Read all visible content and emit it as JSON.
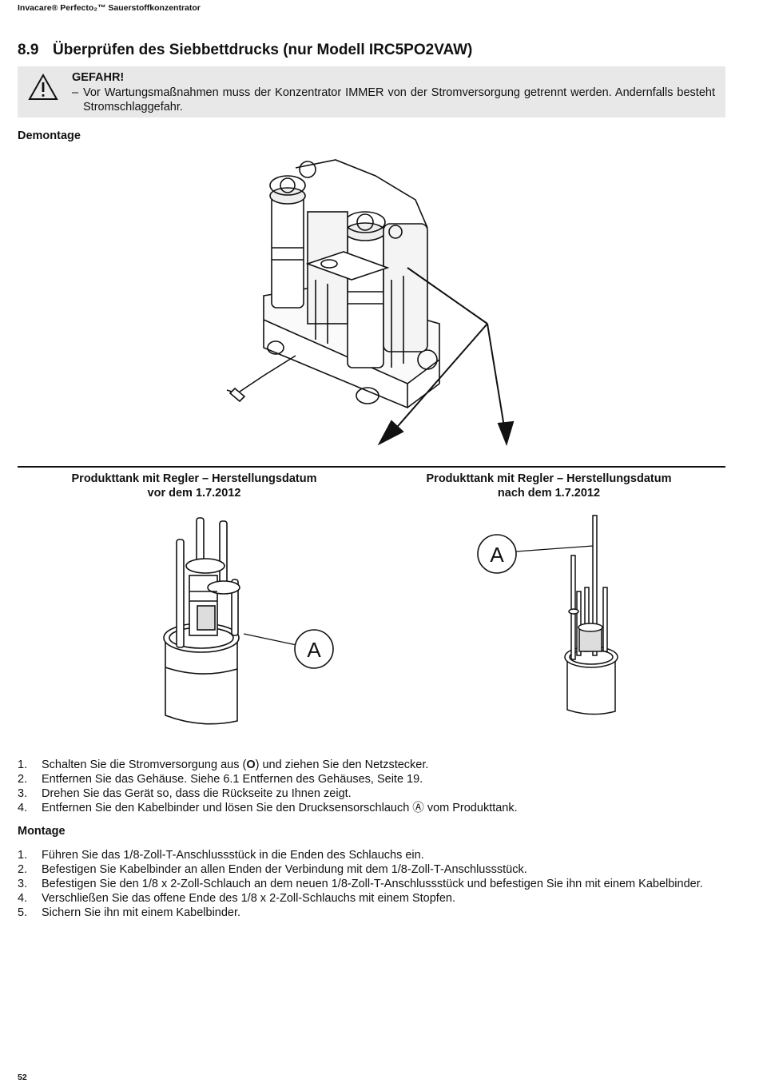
{
  "header": {
    "text": "Invacare® Perfecto₂™ Sauerstoffkonzentrator"
  },
  "section": {
    "number": "8.9",
    "title": "Überprüfen des Siebbettdrucks (nur Modell IRC5PO2VAW)"
  },
  "danger": {
    "icon": "warning-triangle-icon",
    "heading": "GEFAHR!",
    "dash": "–",
    "text": "Vor Wartungsmaßnahmen muss der Konzentrator IMMER von der Stromversorgung getrennt werden. Andernfalls besteht Stromschlaggefahr."
  },
  "demontage": {
    "heading": "Demontage",
    "figure_left": {
      "caption_line1": "Produkttank mit Regler – Herstellungsdatum",
      "caption_line2": "vor dem 1.7.2012",
      "label": "A"
    },
    "figure_right": {
      "caption_line1": "Produkttank mit Regler – Herstellungsdatum",
      "caption_line2": "nach dem 1.7.2012",
      "label": "A"
    },
    "steps": [
      {
        "n": "1.",
        "before": "Schalten Sie die Stromversorgung aus (",
        "bold": "O",
        "after": ") und ziehen Sie den Netzstecker."
      },
      {
        "n": "2.",
        "text": "Entfernen Sie das Gehäuse. Siehe 6.1 Entfernen des Gehäuses, Seite 19."
      },
      {
        "n": "3.",
        "text": "Drehen Sie das Gerät so, dass die Rückseite zu Ihnen zeigt."
      },
      {
        "n": "4.",
        "text": "Entfernen Sie den Kabelbinder und lösen Sie den Drucksensorschlauch Ⓐ vom Produkttank."
      }
    ]
  },
  "montage": {
    "heading": "Montage",
    "steps": [
      {
        "n": "1.",
        "text": "Führen Sie das 1/8-Zoll-T-Anschlussstück in die Enden des Schlauchs ein."
      },
      {
        "n": "2.",
        "text": "Befestigen Sie Kabelbinder an allen Enden der Verbindung mit dem 1/8-Zoll-T-Anschlussstück."
      },
      {
        "n": "3.",
        "text": "Befestigen Sie den 1/8 x 2-Zoll-Schlauch an dem neuen 1/8-Zoll-T-Anschlussstück und befestigen Sie ihn mit einem Kabelbinder."
      },
      {
        "n": "4.",
        "text": " Verschließen Sie das offene Ende des 1/8 x 2-Zoll-Schlauchs mit einem Stopfen."
      },
      {
        "n": "5.",
        "text": "Sichern Sie ihn mit einem Kabelbinder."
      }
    ]
  },
  "footer": {
    "page_number": "52"
  }
}
